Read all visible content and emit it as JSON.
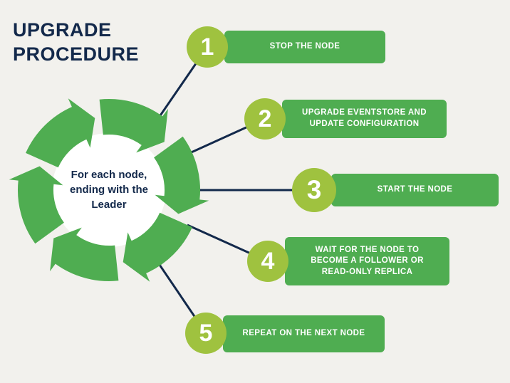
{
  "title": "UPGRADE PROCEDURE",
  "center_text": "For each node, ending with the Leader",
  "colors": {
    "background": "#f2f1ed",
    "navy": "#13294b",
    "green": "#4fad51",
    "lime": "#9fc23f"
  },
  "steps": [
    {
      "number": "1",
      "label": "STOP THE NODE"
    },
    {
      "number": "2",
      "label": "UPGRADE EVENTSTORE AND UPDATE CONFIGURATION"
    },
    {
      "number": "3",
      "label": "START THE NODE"
    },
    {
      "number": "4",
      "label": "WAIT FOR THE NODE TO BECOME A FOLLOWER OR READ-ONLY REPLICA"
    },
    {
      "number": "5",
      "label": "REPEAT ON THE NEXT NODE"
    }
  ]
}
